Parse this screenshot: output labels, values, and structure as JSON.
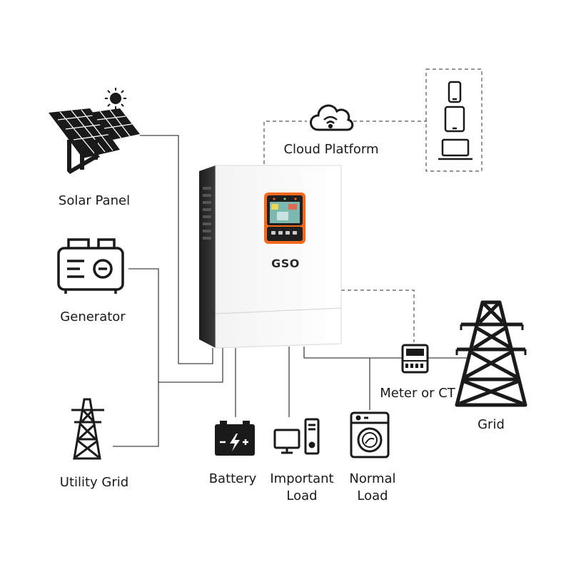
{
  "brand": {
    "logo": "GSO",
    "accent": "#f26b1d"
  },
  "nodes": {
    "solar_panel": {
      "label": "Solar Panel",
      "icon": "solar-panel-icon"
    },
    "generator": {
      "label": "Generator",
      "icon": "generator-icon"
    },
    "utility_grid": {
      "label": "Utility Grid",
      "icon": "utility-tower-icon"
    },
    "cloud_platform": {
      "label": "Cloud Platform",
      "icon": "cloud-wifi-icon"
    },
    "devices": {
      "icons": [
        "smartphone-icon",
        "tablet-icon",
        "laptop-icon"
      ]
    },
    "battery": {
      "label": "Battery",
      "icon": "battery-icon"
    },
    "important_load": {
      "label_line1": "Important",
      "label_line2": "Load",
      "icon": "computer-icon"
    },
    "normal_load": {
      "label_line1": "Normal",
      "label_line2": "Load",
      "icon": "washing-machine-icon"
    },
    "meter": {
      "label": "Meter or CT",
      "icon": "meter-icon"
    },
    "grid": {
      "label": "Grid",
      "icon": "transmission-tower-icon"
    }
  },
  "colors": {
    "line": "#444444",
    "icon": "#1a1a1a",
    "dashed": "#555555"
  }
}
